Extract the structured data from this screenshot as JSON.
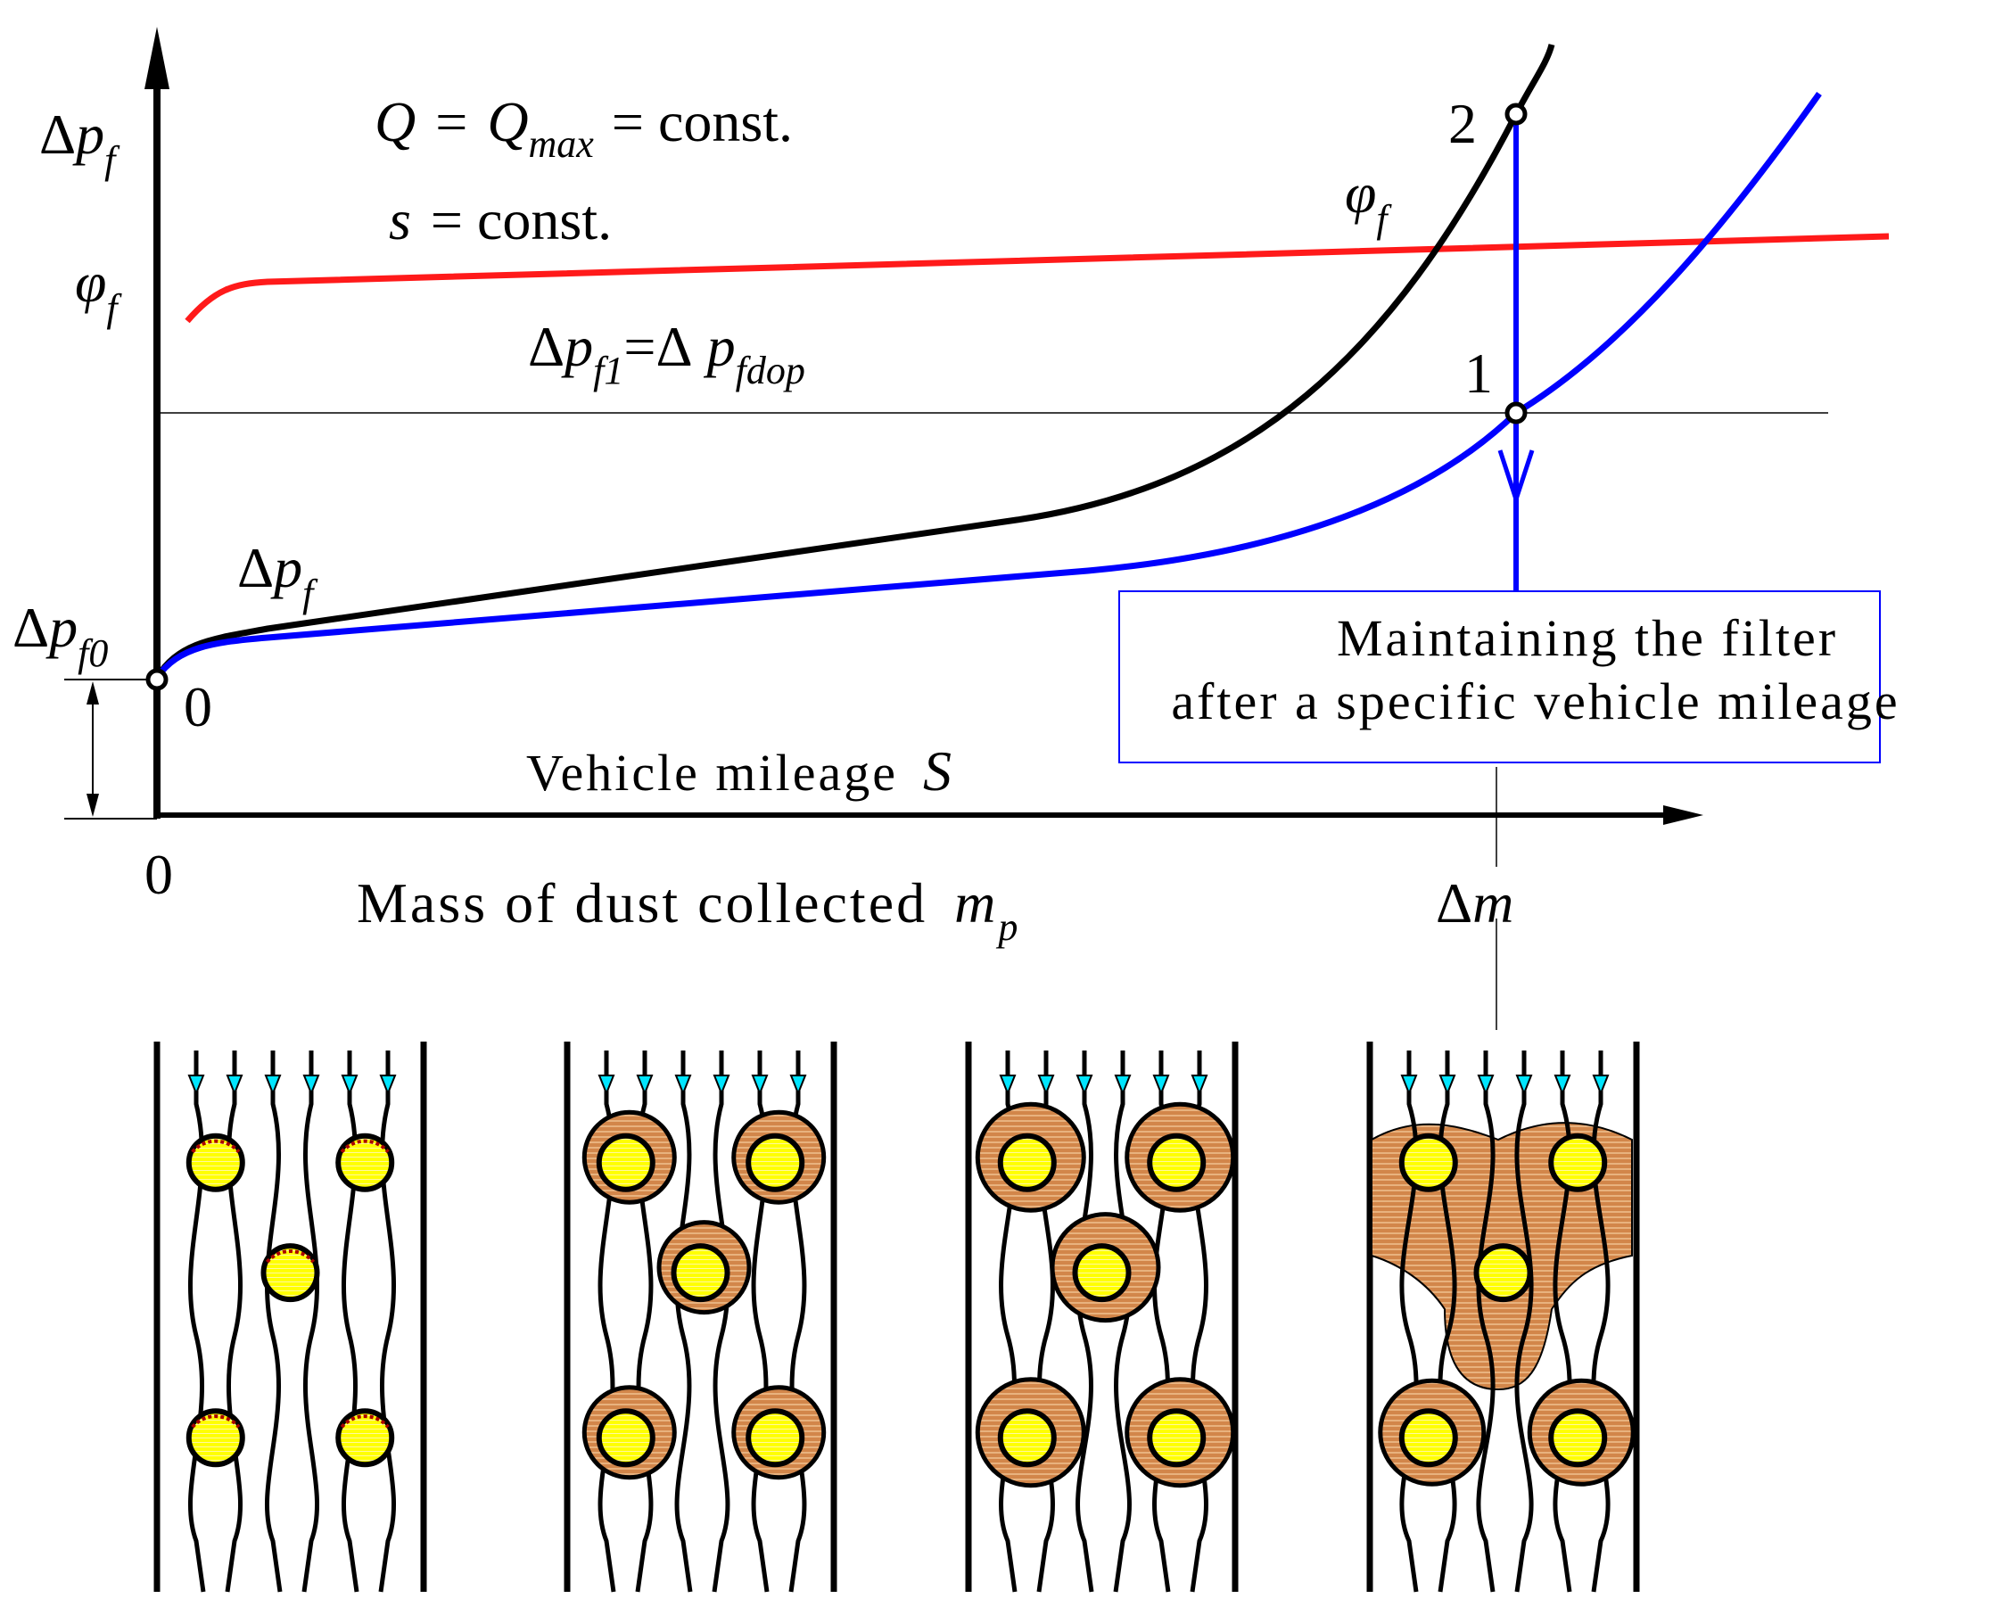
{
  "graph": {
    "y_axis": {
      "dp_sym": "Δ",
      "dp_p": "p",
      "dp_sub": "f",
      "phi_sym": "φ",
      "phi_sub": "f",
      "dp0_sym": "Δ",
      "dp0_p": "p",
      "dp0_sub": "f0"
    },
    "conditions": {
      "q_line_Q": "Q",
      "q_line_eq": "=",
      "q_line_Qmax": "Q",
      "q_line_max": "max",
      "q_line_rest": "= const.",
      "s_line_s": "s",
      "s_line_rest": "= const."
    },
    "threshold": {
      "d1": "Δ",
      "p1": "p",
      "sub1": "f1",
      "eq": "=Δ",
      "p2": "p",
      "sub2": "fdop"
    },
    "curve_labels": {
      "phi_sym": "φ",
      "phi_sub": "f",
      "dp_sym": "Δ",
      "dp_p": "p",
      "dp_sub": "f"
    },
    "points": {
      "p0": "0",
      "p1": "1",
      "p2": "2"
    },
    "origin_label": "0",
    "x_axis_label_text": "Vehicle mileage",
    "x_axis_label_var": "S",
    "mass_label_text": "Mass of dust collected",
    "mass_label_var": "m",
    "mass_label_sub": "p",
    "delta_m_sym": "Δ",
    "delta_m_var": "m",
    "callout_line1": "Maintaining the filter",
    "callout_line2": "after a specific vehicle mileage"
  },
  "colors": {
    "axes": "#000000",
    "red_curve": "#ff1a1a",
    "black_curve": "#000000",
    "blue_curve": "#0000ff",
    "callout_border": "#0000ff",
    "fiber": "#ffff00",
    "dust": "#d2864a",
    "arrow_tip": "#00e5ff"
  },
  "panels": [
    {
      "stage": "initial",
      "dust_level": 0.1
    },
    {
      "stage": "light",
      "dust_level": 0.35
    },
    {
      "stage": "heavy",
      "dust_level": 0.65
    },
    {
      "stage": "clogged",
      "dust_level": 1.0
    }
  ]
}
